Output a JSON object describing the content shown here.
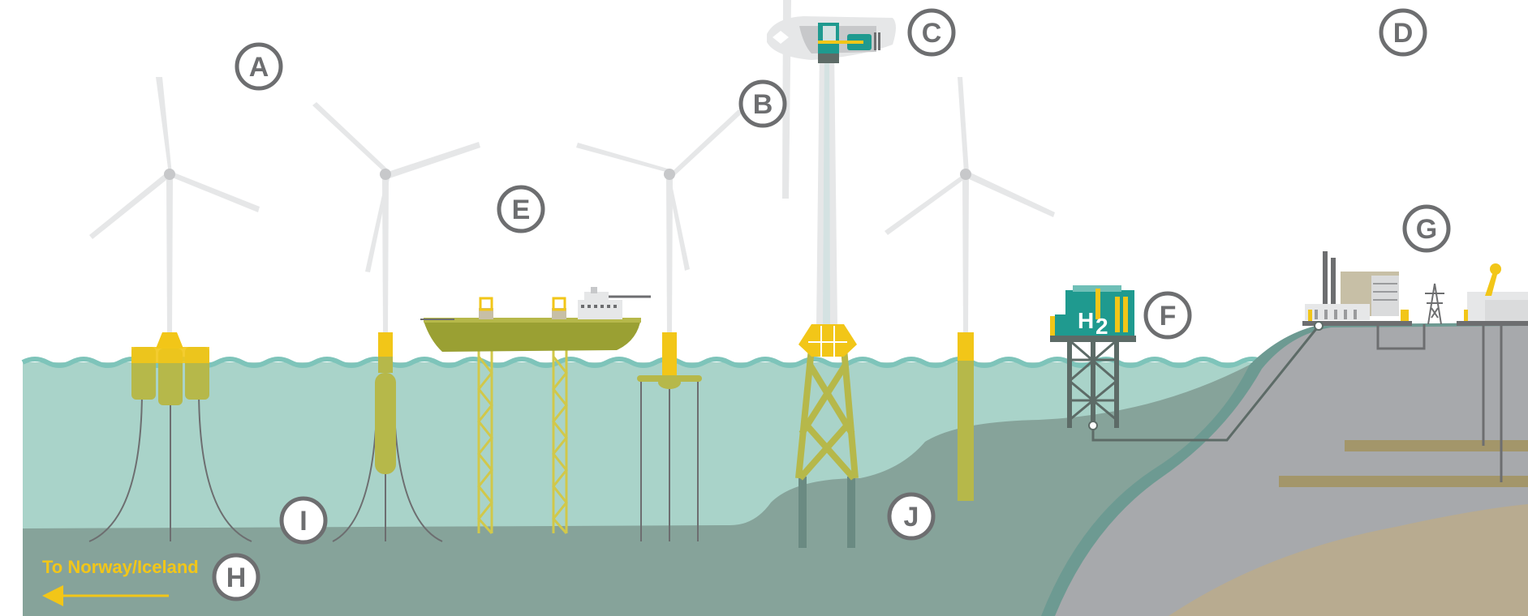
{
  "labels": {
    "a": "A",
    "b": "B",
    "c": "C",
    "d": "D",
    "e": "E",
    "f": "F",
    "g": "G",
    "h": "H",
    "i": "I",
    "j": "J"
  },
  "route": {
    "text": "To Norway/Iceland"
  },
  "platform": {
    "h2_main": "H",
    "h2_sub": "2"
  },
  "colors": {
    "sea": "#a9d3c9",
    "seabed": "#86a39a",
    "land": "#a7a9ac",
    "sand": "#b8ab90",
    "accent_yellow": "#f2c618",
    "foundation_olive": "#b6b84a",
    "ship": "#9aa033",
    "platform_teal": "#1f9a8f",
    "label_gray": "#6d6e70"
  }
}
